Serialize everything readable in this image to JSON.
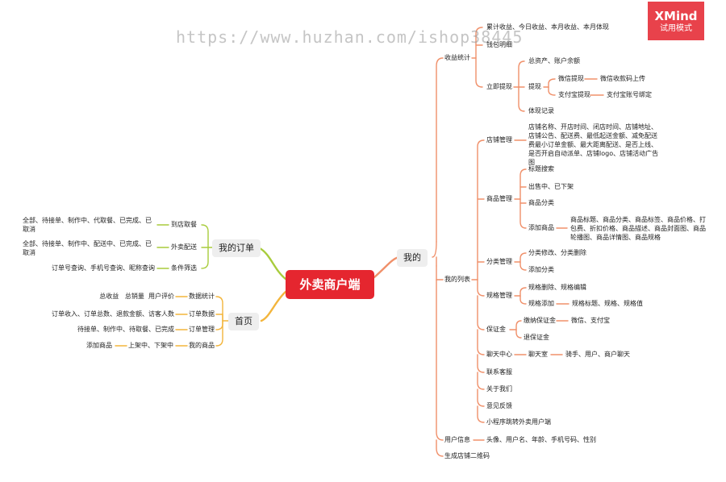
{
  "root": "外卖商户端",
  "watermark": "https://www.huzhan.com/ishop38445",
  "brand": {
    "name": "XMind",
    "mode": "试用模式"
  },
  "colors": {
    "root": "#e5262f",
    "right_branch": "#f0906a",
    "orders_branch": "#a8cc3c",
    "home_branch": "#f3b53c",
    "brand_bg": "#e8424b"
  },
  "right": {
    "label": "我的",
    "income": {
      "label": "收益统计",
      "items": [
        "累计收益、今日收益、本月收益、本月体现",
        "钱包明细"
      ],
      "withdraw": {
        "label": "立即提现",
        "assets": "总资产、账户余额",
        "tixian": {
          "label": "提现",
          "wechat": {
            "label": "微信提现",
            "detail": "微信收款码上传"
          },
          "alipay": {
            "label": "支付宝提现",
            "detail": "支付宝账号绑定"
          }
        },
        "record": "体现记录"
      }
    },
    "mylist": {
      "label": "我的列表",
      "store": {
        "label": "店铺管理",
        "detail": "店铺名称、开店时间、闭店时间、店铺地址、店铺公告、配送费、最低起送金额、减免配送费最小订单金额、最大距离配送、是否上线、是否开启自动派单、店铺logo、店铺活动广告图"
      },
      "goods": {
        "label": "商品管理",
        "items": [
          "标题搜索",
          "出售中、已下架",
          "商品分类"
        ],
        "add": {
          "label": "添加商品",
          "detail": "商品标题、商品分类、商品标签、商品价格、打包费、折扣价格、商品描述、商品封面图、商品轮播图、商品详情图、商品规格"
        }
      },
      "category": {
        "label": "分类管理",
        "items": [
          "分类修改、分类删除",
          "添加分类"
        ]
      },
      "spec": {
        "label": "规格管理",
        "del": "规格删除、规格编辑",
        "add": {
          "label": "规格添加",
          "detail": "规格标题、规格、规格值"
        }
      },
      "deposit": {
        "label": "保证金",
        "pay": {
          "label": "缴纳保证金",
          "detail": "微信、支付宝"
        },
        "refund": "退保证金"
      },
      "chat": {
        "label": "聊天中心",
        "room": {
          "label": "聊天室",
          "detail": "骑手、用户、商户聊天"
        }
      },
      "others": [
        "联系客服",
        "关于我们",
        "意见反馈",
        "小程序跳转外卖用户端"
      ]
    },
    "userinfo": {
      "label": "用户信息",
      "detail": "头像、用户名、年龄、手机号码、性别"
    },
    "qrcode": "生成店铺二维码"
  },
  "orders": {
    "label": "我的订单",
    "pickup": {
      "label": "到店取餐",
      "detail": "全部、待接单、制作中、代取餐、已完成、已取消"
    },
    "delivery": {
      "label": "外卖配送",
      "detail": "全部、待接单、制作中、配送中、已完成、已取消"
    },
    "filter": {
      "label": "条件筛选",
      "detail": "订单号查询、手机号查询、昵称查询"
    }
  },
  "home": {
    "label": "首页",
    "stats": {
      "label": "数据统计",
      "detail": "总收益   总销量  用户评价"
    },
    "orderdata": {
      "label": "订单数据",
      "detail": "订单收入、订单总数、退款金额、访客人数"
    },
    "ordermgmt": {
      "label": "订单管理",
      "detail": "待接单、制作中、待取餐、已完成"
    },
    "mygoods": {
      "label": "我的商品",
      "sub": {
        "label": "上架中、下架中",
        "detail": "添加商品"
      }
    }
  }
}
